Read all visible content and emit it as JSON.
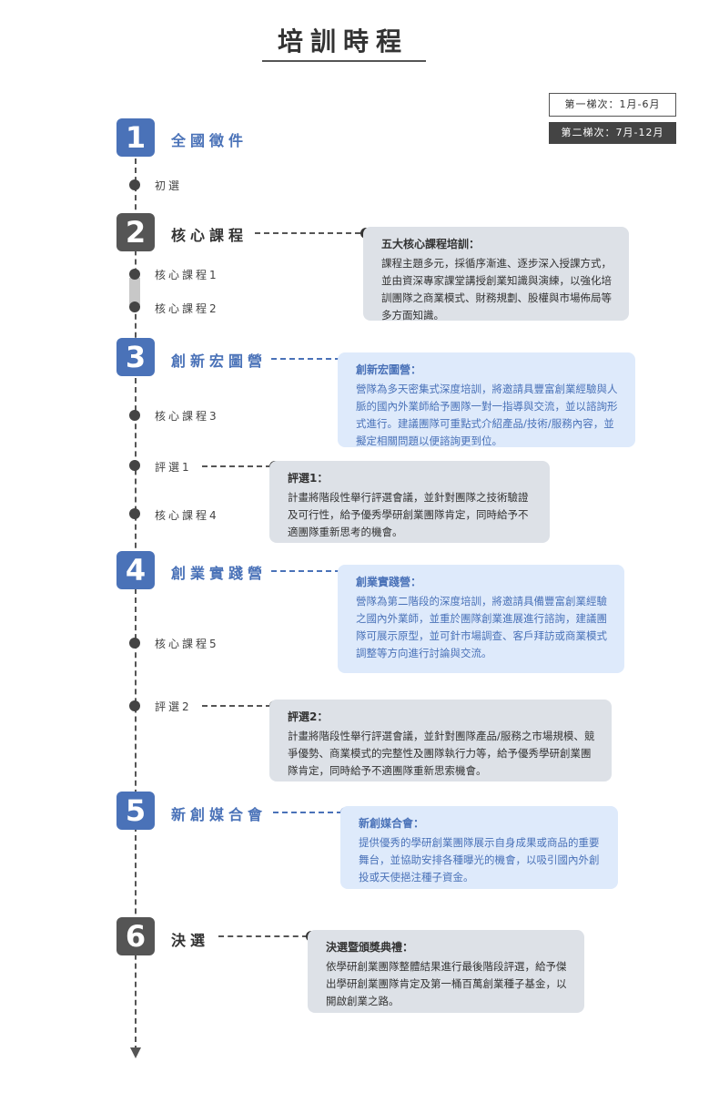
{
  "title": "培訓時程",
  "schedule": {
    "first": "第一梯次：1月-6月",
    "second": "第二梯次：7月-12月"
  },
  "stages": [
    {
      "num": "1",
      "title": "全國徵件"
    },
    {
      "num": "2",
      "title": "核心課程"
    },
    {
      "num": "3",
      "title": "創新宏圖營"
    },
    {
      "num": "4",
      "title": "創業實踐營"
    },
    {
      "num": "5",
      "title": "新創媒合會"
    },
    {
      "num": "6",
      "title": "決選"
    }
  ],
  "substeps": {
    "prelim": "初選",
    "course1": "核心課程1",
    "course2": "核心課程2",
    "course3": "核心課程3",
    "eval1": "評選1",
    "course4": "核心課程4",
    "course5": "核心課程5",
    "eval2": "評選2"
  },
  "boxes": {
    "core": {
      "title": "五大核心課程培訓：",
      "body": "課程主題多元，採循序漸進、逐步深入授課方式，並由資深專家課堂講授創業知識與演練，以強化培訓團隊之商業模式、財務規劃、股權與市場佈局等多方面知識。"
    },
    "camp": {
      "title": "創新宏圖營：",
      "body": "營隊為多天密集式深度培訓，將邀請具豐富創業經驗與人脈的國內外業師給予團隊一對一指導與交流，並以諮詢形式進行。建議團隊可重點式介紹產品/技術/服務內容，並擬定相關問題以便諮詢更到位。"
    },
    "eval1": {
      "title": "評選1：",
      "body": "計畫將階段性舉行評選會議，並針對團隊之技術驗證及可行性，給予優秀學研創業團隊肯定，同時給予不適團隊重新思考的機會。"
    },
    "practice": {
      "title": "創業實踐營：",
      "body": "營隊為第二階段的深度培訓，將邀請具備豐富創業經驗之國內外業師，並重於團隊創業進展進行諮詢，建議團隊可展示原型，並可針市場調查、客戶拜訪或商業模式調整等方向進行討論與交流。"
    },
    "eval2": {
      "title": "評選2：",
      "body": "計畫將階段性舉行評選會議，並針對團隊產品/服務之市場規模、競爭優勢、商業模式的完整性及團隊執行力等，給予優秀學研創業團隊肯定，同時給予不適團隊重新思索機會。"
    },
    "match": {
      "title": "新創媒合會：",
      "body": "提供優秀的學研創業團隊展示自身成果或商品的重要舞台，並協助安排各種曝光的機會，以吸引國內外創投或天使挹注種子資金。"
    },
    "final": {
      "title": "決選暨頒獎典禮：",
      "body": "依學研創業團隊整體結果進行最後階段評選，給予傑出學研創業團隊肯定及第一桶百萬創業種子基金，以開啟創業之路。"
    }
  },
  "colors": {
    "accent": "#4a72b8",
    "dark": "#555555",
    "box_gray": "#dde1e7",
    "box_blue": "#deeafb"
  }
}
